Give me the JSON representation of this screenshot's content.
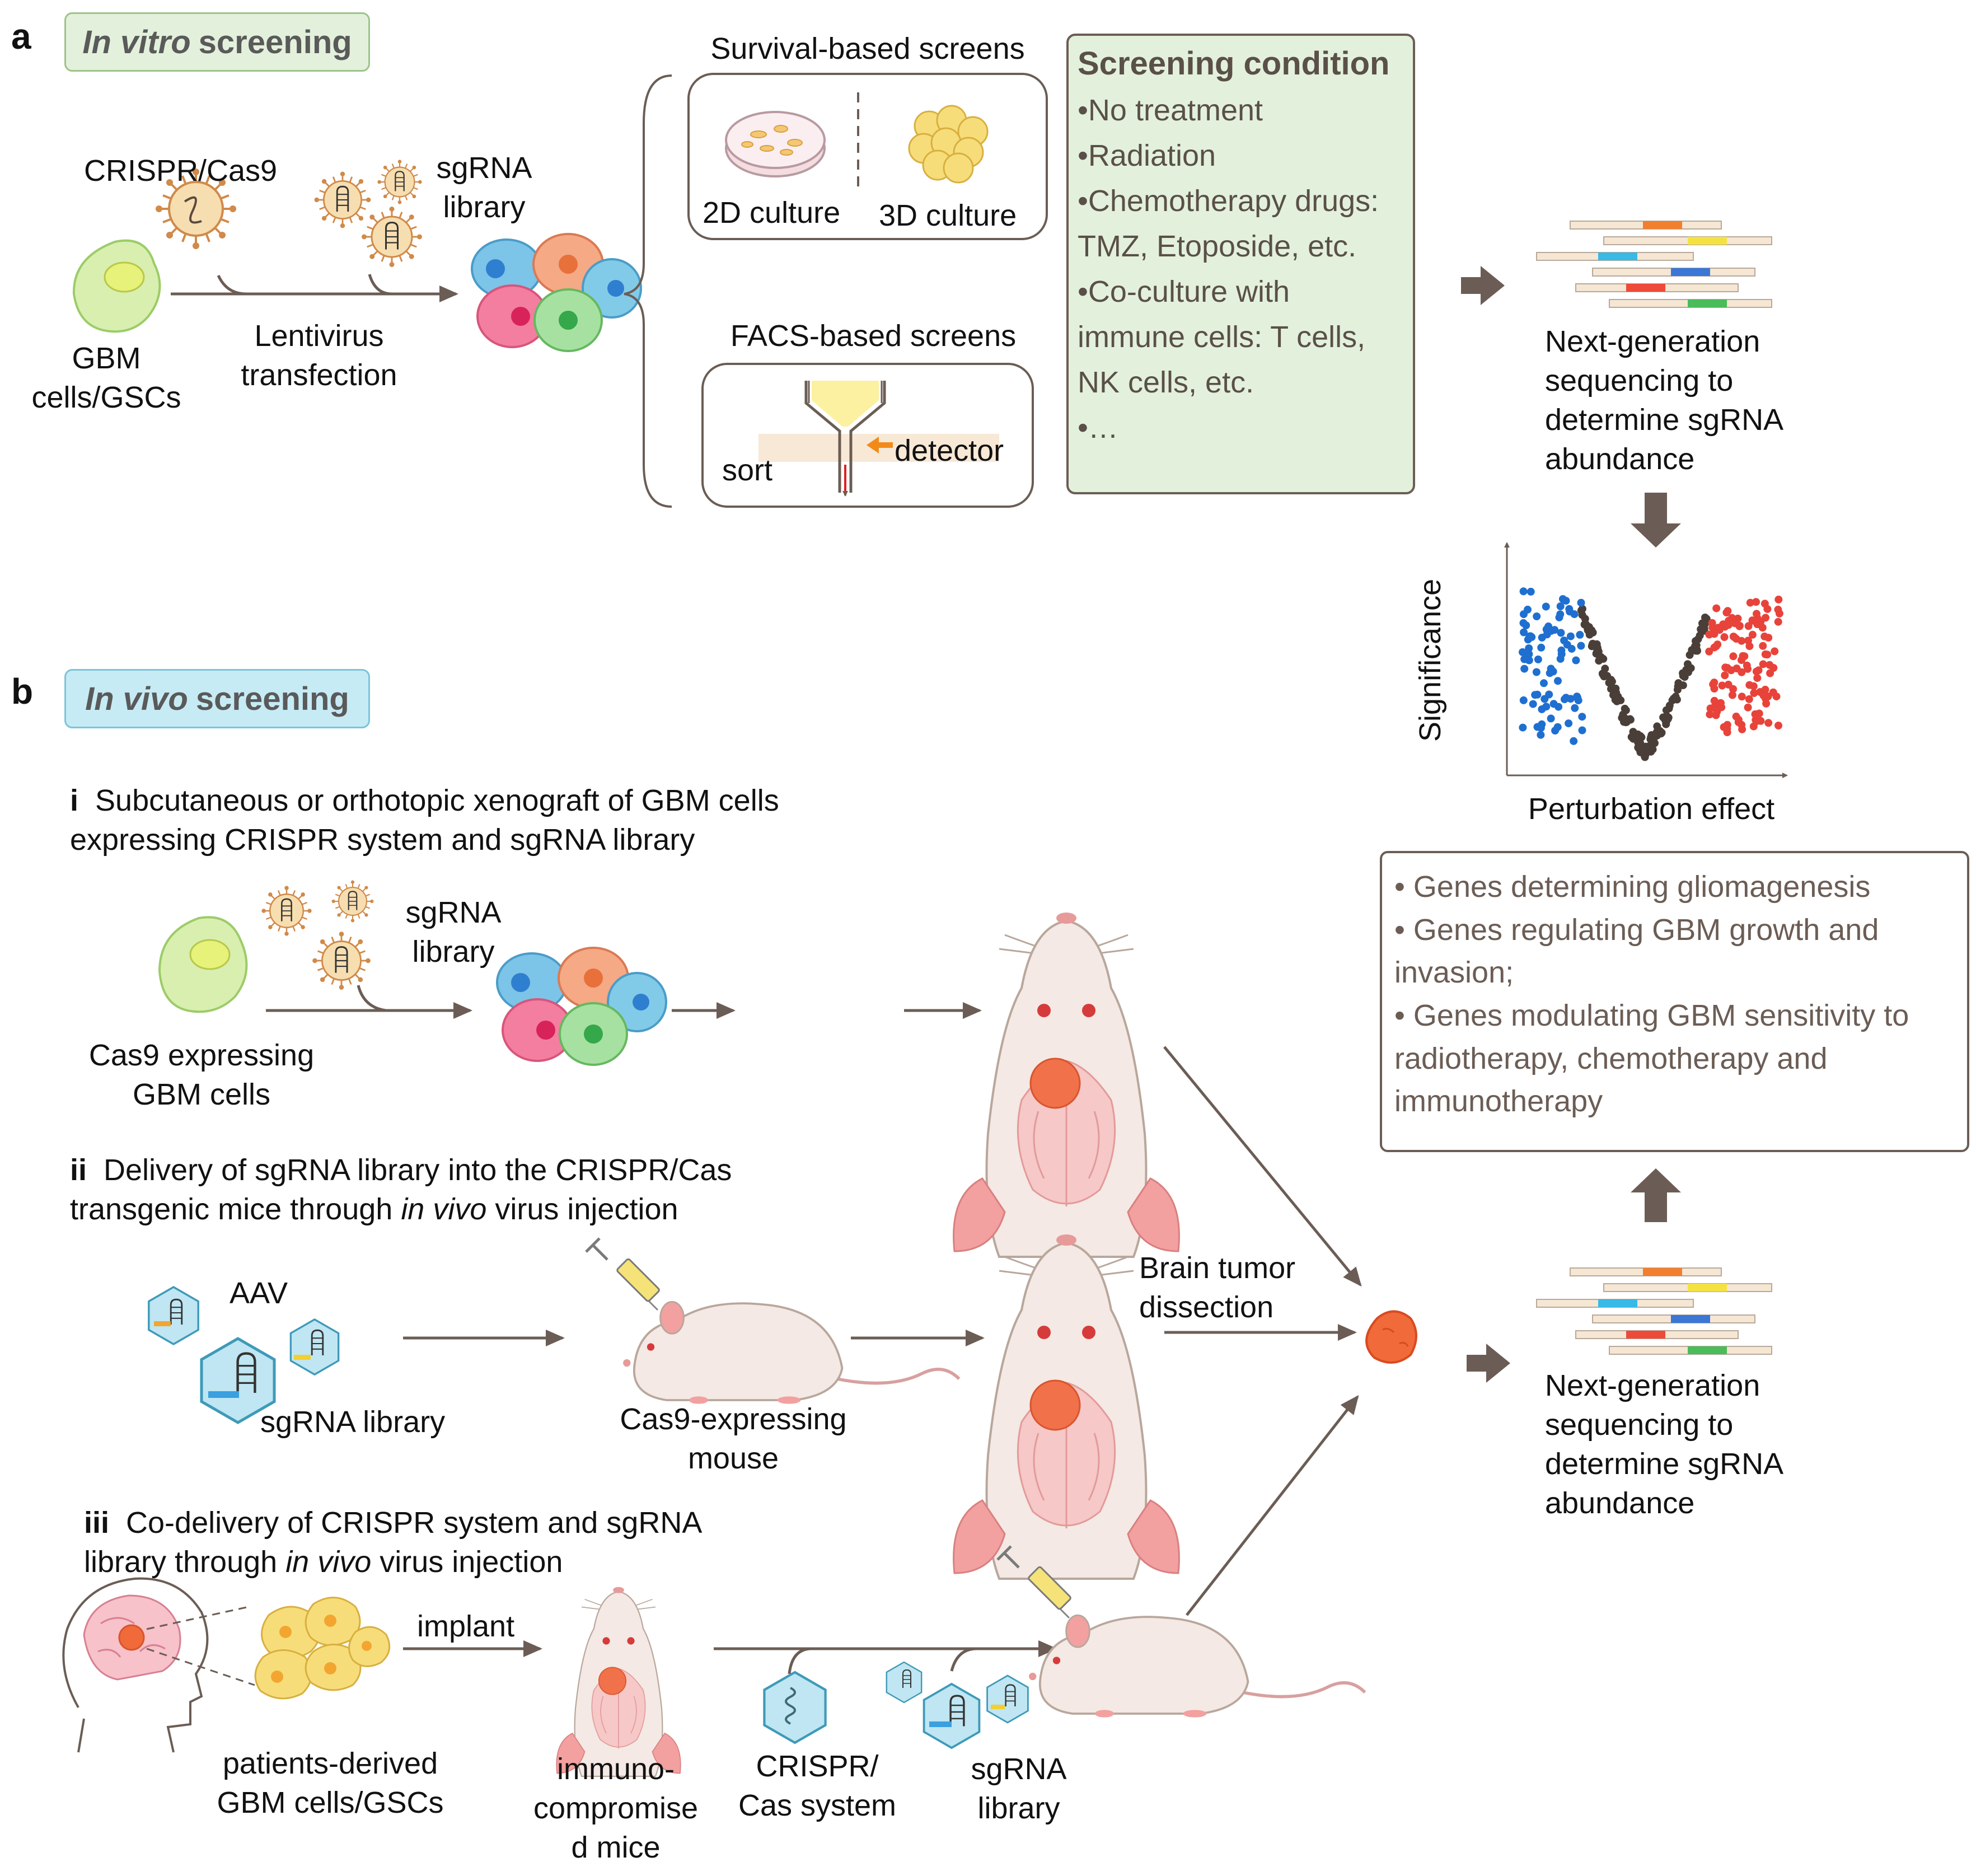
{
  "panel_a": {
    "letter": "a",
    "badge_italic": "In vitro",
    "badge_rest": "screening",
    "crispr_label": "CRISPR/Cas9",
    "sgrna_line1": "sgRNA",
    "sgrna_line2": "library",
    "gbm_line1": "GBM",
    "gbm_line2": "cells/GSCs",
    "lenti_line1": "Lentivirus",
    "lenti_line2": "transfection",
    "survival_title": "Survival-based screens",
    "culture_2d": "2D culture",
    "culture_3d": "3D culture",
    "facs_title": "FACS-based screens",
    "sort_label": "sort",
    "detector_label": "detector",
    "condition_title": "Screening condition",
    "condition_lines": [
      "•No treatment",
      "•Radiation",
      "•Chemotherapy drugs:",
      " TMZ, Etoposide, etc.",
      "•Co-culture with",
      " immune cells: T cells,",
      " NK cells, etc.",
      "•…"
    ],
    "ngs_lines": [
      "Next-generation",
      "sequencing to",
      "determine sgRNA",
      "abundance"
    ]
  },
  "volcano": {
    "ylabel": "Significance",
    "xlabel": "Perturbation effect",
    "colors": {
      "left": "#1f6fd0",
      "middle": "#4a3f38",
      "right": "#e8433a"
    }
  },
  "results": {
    "lines": [
      "• Genes determining gliomagenesis",
      "• Genes regulating GBM growth and",
      "   invasion;",
      "• Genes modulating GBM sensitivity to",
      "   radiotherapy, chemotherapy and",
      "   immunotherapy"
    ]
  },
  "panel_b": {
    "letter": "b",
    "badge_italic": "In vivo",
    "badge_rest": "screening",
    "i": {
      "num": "i",
      "line1": "Subcutaneous or orthotopic xenograft of GBM cells",
      "line2": "expressing CRISPR system and sgRNA library",
      "sgrna_line1": "sgRNA",
      "sgrna_line2": "library",
      "cas9_line1": "Cas9 expressing",
      "cas9_line2": "GBM cells"
    },
    "ii": {
      "num": "ii",
      "line1": "Delivery of sgRNA library into the CRISPR/Cas",
      "line2_a": "transgenic mice through ",
      "line2_italic": "in vivo",
      "line2_b": " virus injection",
      "aav": "AAV",
      "sgrna": "sgRNA library",
      "mouse_line1": "Cas9-expressing",
      "mouse_line2": "mouse",
      "dissect_line1": "Brain tumor",
      "dissect_line2": "dissection"
    },
    "iii": {
      "num": "iii",
      "line1": "Co-delivery of CRISPR system and sgRNA",
      "line2_a": "library through ",
      "line2_italic": "in vivo",
      "line2_b": " virus injection",
      "implant": "implant",
      "patients_line1": "patients-derived",
      "patients_line2": "GBM cells/GSCs",
      "immuno_line1": "immuno-",
      "immuno_line2": "compromise",
      "immuno_line3": "d mice",
      "crispr_line1": "CRISPR/",
      "crispr_line2": "Cas system",
      "sgrna_line1": "sgRNA",
      "sgrna_line2": "library"
    },
    "ngs_lines": [
      "Next-generation",
      "sequencing to",
      "determine sgRNA",
      "abundance"
    ]
  }
}
